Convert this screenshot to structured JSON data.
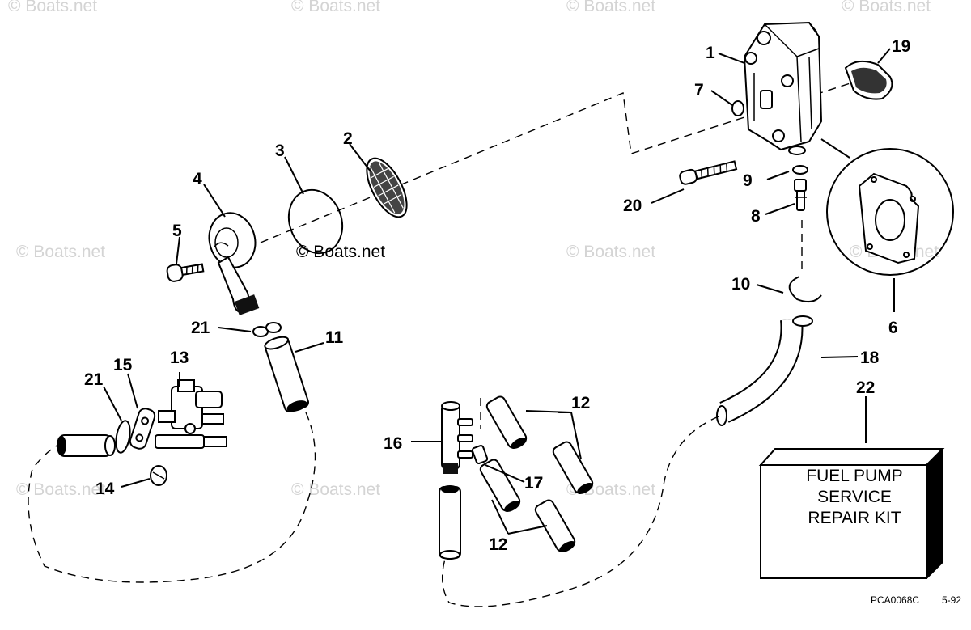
{
  "watermark_text": "© Boats.net",
  "callouts": [
    {
      "id": "1",
      "label": "1"
    },
    {
      "id": "2",
      "label": "2"
    },
    {
      "id": "3",
      "label": "3"
    },
    {
      "id": "4",
      "label": "4"
    },
    {
      "id": "5",
      "label": "5"
    },
    {
      "id": "6",
      "label": "6"
    },
    {
      "id": "7",
      "label": "7"
    },
    {
      "id": "8",
      "label": "8"
    },
    {
      "id": "9",
      "label": "9"
    },
    {
      "id": "10",
      "label": "10"
    },
    {
      "id": "11",
      "label": "11"
    },
    {
      "id": "12a",
      "label": "12"
    },
    {
      "id": "12b",
      "label": "12"
    },
    {
      "id": "13",
      "label": "13"
    },
    {
      "id": "14",
      "label": "14"
    },
    {
      "id": "15",
      "label": "15"
    },
    {
      "id": "16",
      "label": "16"
    },
    {
      "id": "17",
      "label": "17"
    },
    {
      "id": "18",
      "label": "18"
    },
    {
      "id": "19",
      "label": "19"
    },
    {
      "id": "20",
      "label": "20"
    },
    {
      "id": "21a",
      "label": "21"
    },
    {
      "id": "21b",
      "label": "21"
    },
    {
      "id": "22",
      "label": "22"
    }
  ],
  "kit_box": {
    "line1": "FUEL PUMP",
    "line2": "SERVICE",
    "line3": "REPAIR KIT"
  },
  "footer": {
    "drawing_code": "PCA0068C",
    "date": "5-92"
  }
}
